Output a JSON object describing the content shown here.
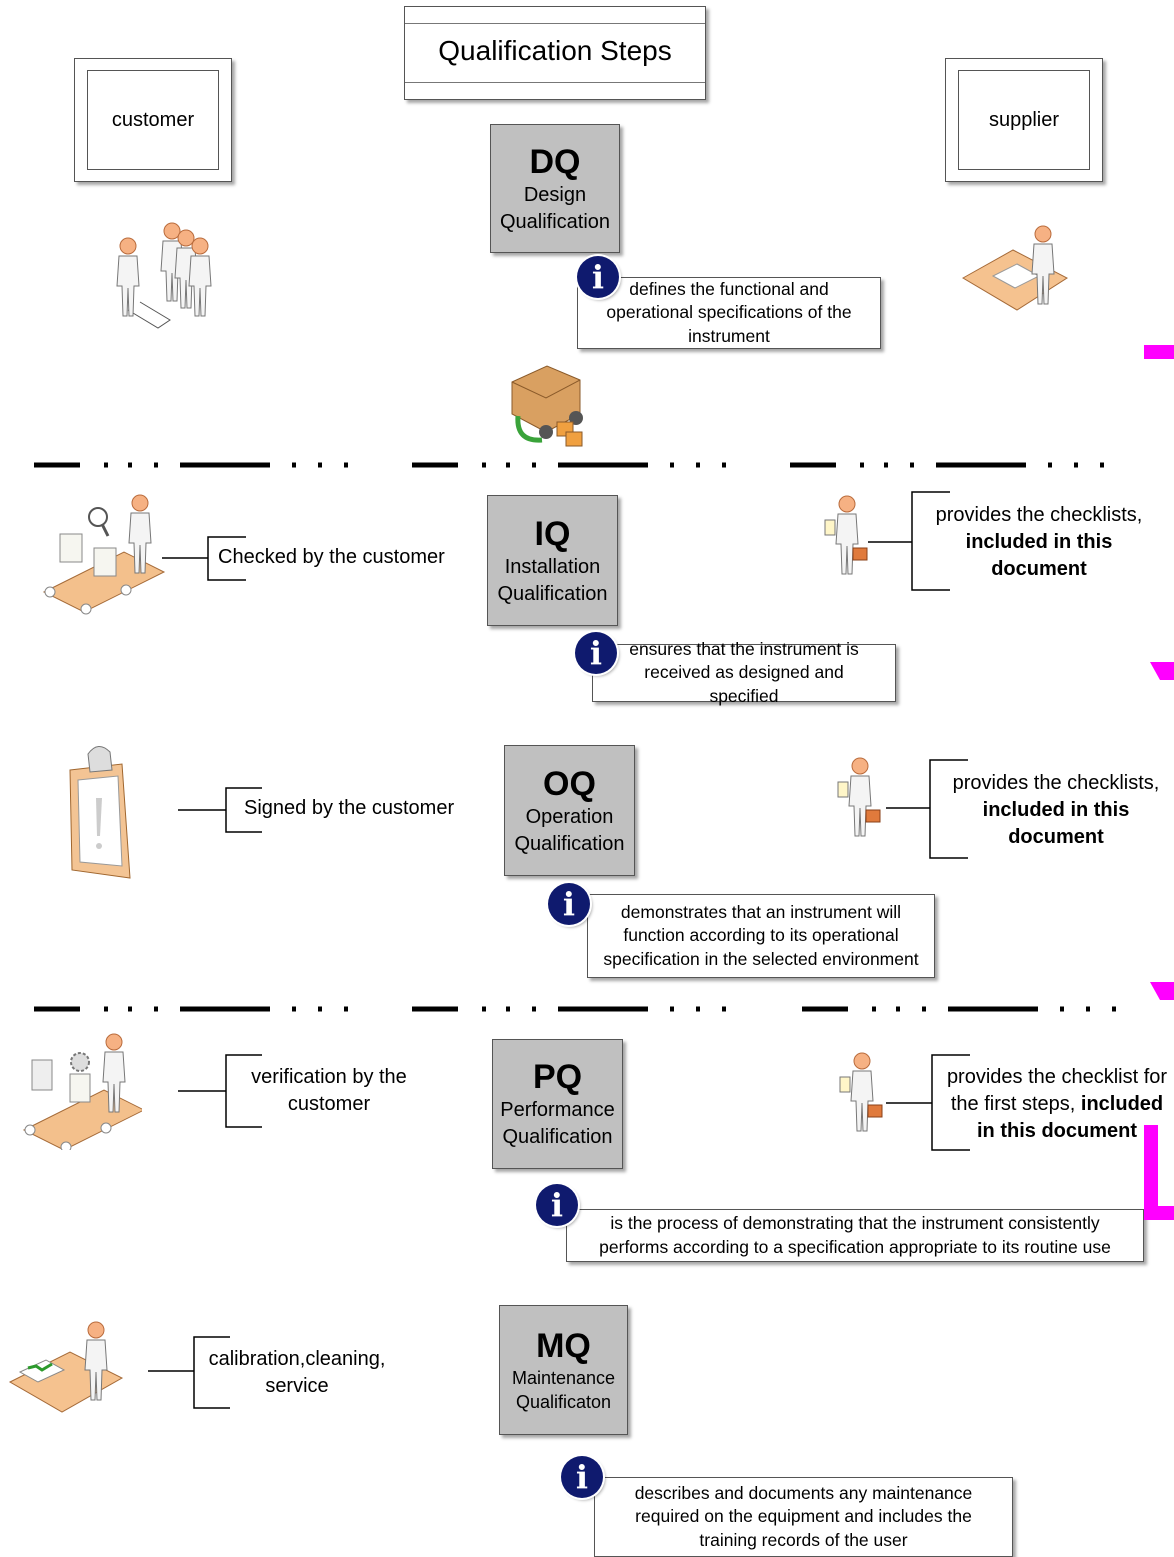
{
  "title": "Qualification Steps",
  "roles": {
    "customer": "customer",
    "supplier": "supplier"
  },
  "steps": [
    {
      "abbr": "DQ",
      "name_lines": [
        "Design",
        "Qualification"
      ],
      "info": "defines the functional and operational specifications of the instrument"
    },
    {
      "abbr": "IQ",
      "name_lines": [
        "Installation",
        "Qualification"
      ],
      "info": "ensures that the instrument is received as designed and specified",
      "customer_text": "Checked by the customer",
      "supplier_text": [
        "provides the checklists,",
        "included in this",
        "document"
      ]
    },
    {
      "abbr": "OQ",
      "name_lines": [
        "Operation",
        "Qualification"
      ],
      "info": "demonstrates that an instrument will function according to its operational specification in the selected environment",
      "customer_text": "Signed by the customer",
      "supplier_text": [
        "provides the checklists,",
        "included in this",
        "document"
      ]
    },
    {
      "abbr": "PQ",
      "name_lines": [
        "Performance",
        "Qualification"
      ],
      "info": "is the process of demonstrating that the instrument consistently performs according to a specification appropriate to its routine use",
      "customer_text": "verification by the customer",
      "supplier_text": [
        "provides the checklist for",
        "the first steps, ",
        "included",
        "in this document"
      ]
    },
    {
      "abbr": "MQ",
      "name_lines": [
        "Maintenance",
        "Qualificaton"
      ],
      "info": "describes and documents any maintenance required on the equipment and includes the training records of the user",
      "customer_text": "calibration,cleaning, service"
    }
  ],
  "info_glyph": "i",
  "icons": [
    "customer-group-icon",
    "supplier-desk-icon",
    "delivery-truck-icon",
    "inspection-icon",
    "clipboard-icon",
    "salesman-icon",
    "production-line-icon",
    "office-worker-icon"
  ],
  "colors": {
    "step_fill": "#c0c0c0",
    "info_blue": "#0f1a6e",
    "accent": "#ff00ff",
    "figure": "#f3a877"
  }
}
